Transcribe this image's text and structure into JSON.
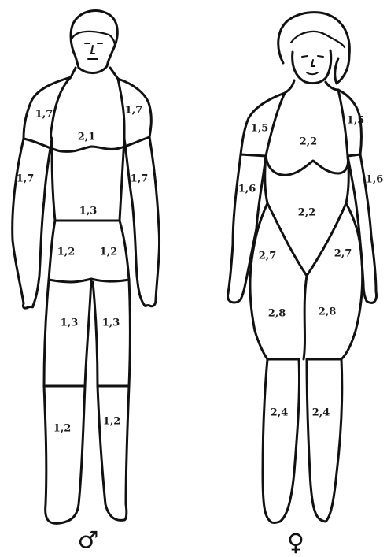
{
  "male": {
    "symbol": "♂",
    "labels": {
      "upper_arm_left": "1,7",
      "upper_arm_right": "1,7",
      "chest": "2,1",
      "forearm_left": "1,7",
      "forearm_right": "1,7",
      "abdomen": "1,3",
      "hip_left": "1,2",
      "hip_right": "1,2",
      "thigh_left": "1,3",
      "thigh_right": "1,3",
      "shin_left": "1,2",
      "shin_right": "1,2"
    }
  },
  "female": {
    "symbol": "♀",
    "labels": {
      "upper_arm_left": "1,5",
      "upper_arm_right": "1,5",
      "chest": "2,2",
      "forearm_left": "1,6",
      "forearm_right": "1,6",
      "abdomen": "2,2",
      "hip_left": "2,7",
      "hip_right": "2,7",
      "thigh_left": "2,8",
      "thigh_right": "2,8",
      "shin_left": "2,4",
      "shin_right": "2,4"
    }
  }
}
